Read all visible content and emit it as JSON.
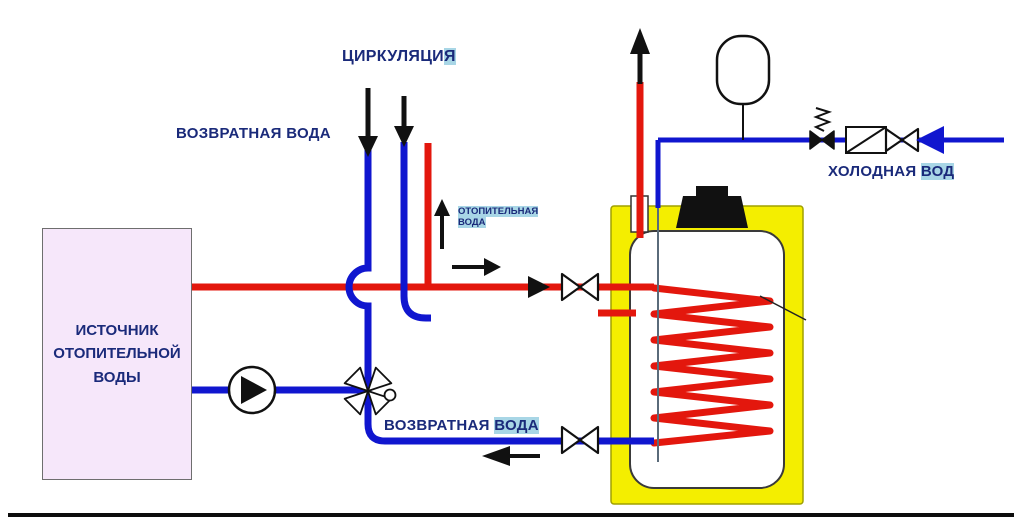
{
  "labels": {
    "circulation": {
      "text": "ЦИРКУЛЯЦИ",
      "highlighted": "Я"
    },
    "return_water_top": {
      "text": "ВОЗВРАТНАЯ ВОДА"
    },
    "heating_water": {
      "line1": "ОТОПИТЕЛЬНАЯ",
      "line2": "ВОДА"
    },
    "source_box": {
      "text": "ИСТОЧНИК\nОТОПИТЕЛЬНОЙ\nВОДЫ"
    },
    "return_water_bottom": {
      "text": "ВОЗВРАТНАЯ ",
      "highlighted": "ВОДА"
    },
    "cold_water": {
      "text": "ХОЛОДНАЯ ",
      "highlighted": "ВОД"
    }
  },
  "palette": {
    "hot_pipe": "#e3170d",
    "cold_pipe": "#1016cf",
    "tank_body": "#f4ee00",
    "label_text": "#1a2a7a",
    "label_highlight": "#a8d6e6",
    "source_box_fill": "#f6e7fa"
  },
  "icons": [
    "pump-icon",
    "three-way-valve-icon",
    "shutoff-valve-icon",
    "check-valve-icon",
    "safety-valve-spring-icon",
    "expansion-vessel-icon",
    "flow-arrow-icon",
    "storage-tank-coil-icon"
  ]
}
